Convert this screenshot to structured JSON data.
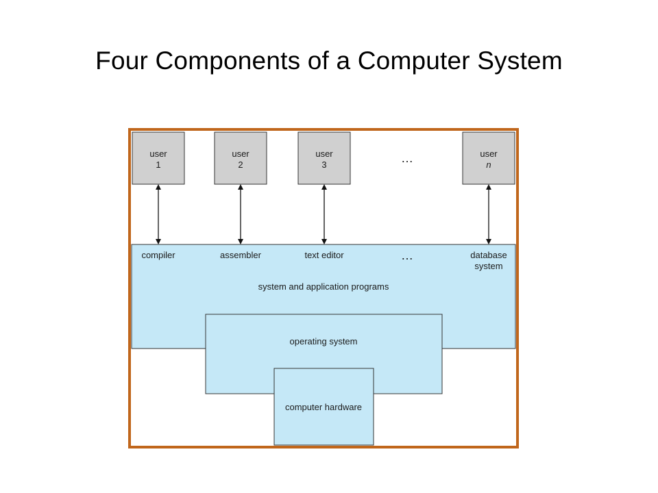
{
  "slide": {
    "title": "Four Components of a Computer System"
  },
  "diagram": {
    "users": [
      {
        "line1": "user",
        "line2": "1"
      },
      {
        "line1": "user",
        "line2": "2"
      },
      {
        "line1": "user",
        "line2": "3"
      },
      {
        "line1": "user",
        "line2": "n"
      }
    ],
    "users_ellipsis": "…",
    "programs": {
      "compiler": "compiler",
      "assembler": "assembler",
      "text_editor": "text editor",
      "ellipsis": "…",
      "database_line1": "database",
      "database_line2": "system",
      "layer_label": "system and application programs"
    },
    "operating_system": "operating system",
    "hardware": "computer hardware",
    "colors": {
      "frame": "#c0661b",
      "user_box": "#d0d0d0",
      "layer_fill": "#c5e8f7",
      "stroke": "#333333"
    }
  }
}
